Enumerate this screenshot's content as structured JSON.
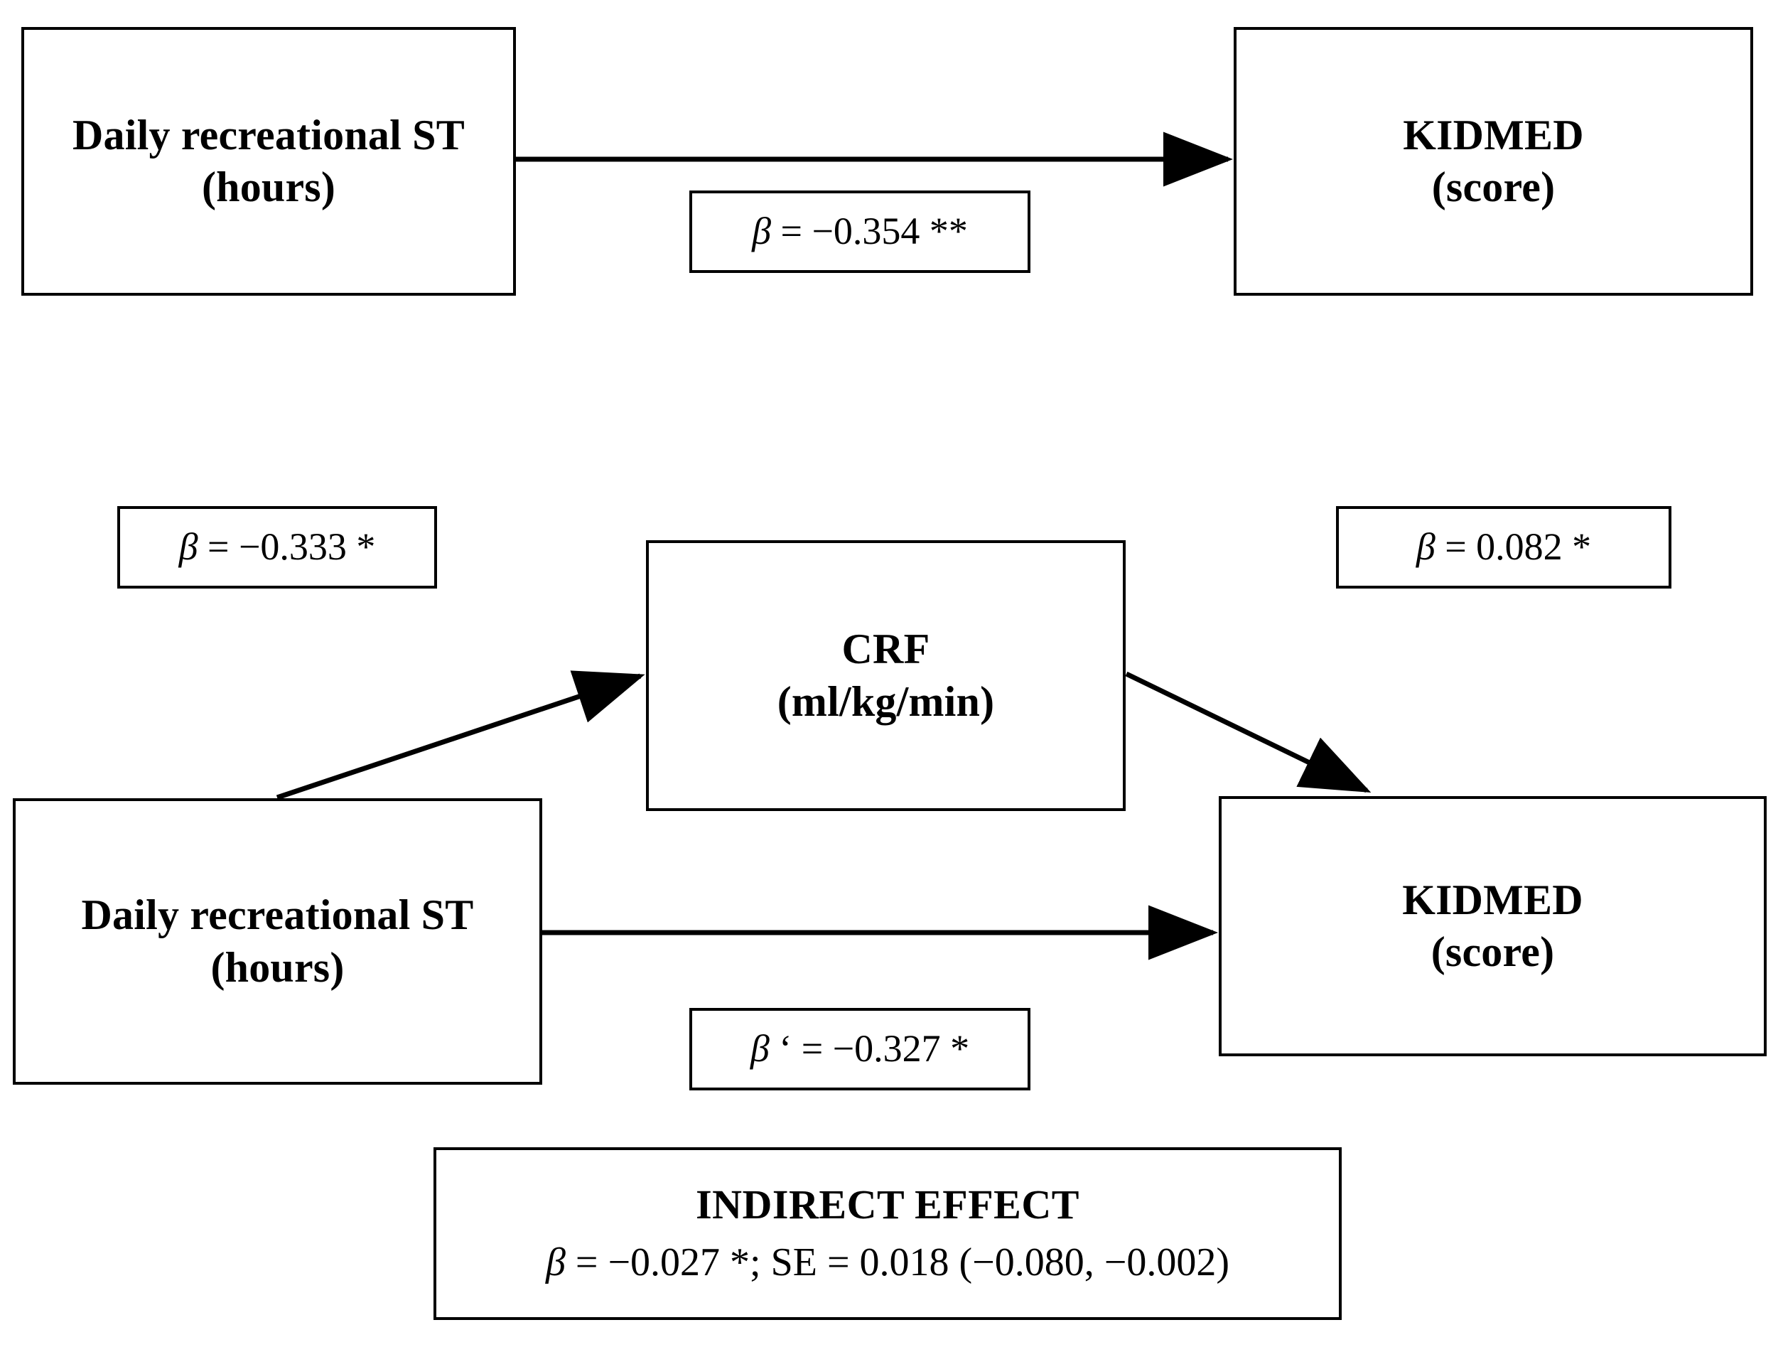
{
  "diagram": {
    "title": "Mediation model: daily recreational screen time, cardiorespiratory fitness and KIDMED score",
    "nodes": {
      "st_top": {
        "line1": "Daily recreational ST",
        "line2": "(hours)"
      },
      "kid_top": {
        "line1": "KIDMED",
        "line2": "(score)"
      },
      "crf": {
        "line1": "CRF",
        "line2": "(ml/kg/min)"
      },
      "st_bot": {
        "line1": "Daily recreational ST",
        "line2": "(hours)"
      },
      "kid_bot": {
        "line1": "KIDMED",
        "line2": "(score)"
      }
    },
    "coefficients": {
      "total_effect": {
        "symbol": "β",
        "text": " = −0.354 **"
      },
      "path_a": {
        "symbol": "β",
        "text": " = −0.333 *"
      },
      "path_b": {
        "symbol": "β",
        "text": " = 0.082 *"
      },
      "direct_effect": {
        "symbol": "β",
        "text": " ‘ = −0.327 *"
      }
    },
    "indirect_effect": {
      "title": "INDIRECT EFFECT",
      "symbol": "β",
      "stats": " = −0.027 *; SE = 0.018 (−0.080, −0.002)"
    },
    "style": {
      "line_color": "#000000",
      "box_fill": "#ffffff",
      "background": "#ffffff",
      "stroke_width": 4
    }
  },
  "chart_data": {
    "type": "diagram",
    "diagram_type": "mediation-path-model",
    "title": "Simple mediation of daily recreational screen time on KIDMED via CRF",
    "panels": [
      {
        "name": "total-effect-model",
        "nodes": [
          "Daily recreational ST (hours)",
          "KIDMED (score)"
        ],
        "edges": [
          {
            "from": "Daily recreational ST (hours)",
            "to": "KIDMED (score)",
            "label": "β = −0.354 **",
            "beta": -0.354,
            "significance": "**"
          }
        ]
      },
      {
        "name": "mediation-model",
        "nodes": [
          "Daily recreational ST (hours)",
          "CRF (ml/kg/min)",
          "KIDMED (score)"
        ],
        "edges": [
          {
            "from": "Daily recreational ST (hours)",
            "to": "CRF (ml/kg/min)",
            "label": "β = −0.333 *",
            "beta": -0.333,
            "significance": "*"
          },
          {
            "from": "CRF (ml/kg/min)",
            "to": "KIDMED (score)",
            "label": "β = 0.082 *",
            "beta": 0.082,
            "significance": "*"
          },
          {
            "from": "Daily recreational ST (hours)",
            "to": "KIDMED (score)",
            "label": "β ‘ = −0.327 *",
            "beta": -0.327,
            "significance": "*"
          }
        ],
        "indirect_effect": {
          "beta": -0.027,
          "significance": "*",
          "se": 0.018,
          "ci_lower": -0.08,
          "ci_upper": -0.002
        }
      }
    ]
  }
}
